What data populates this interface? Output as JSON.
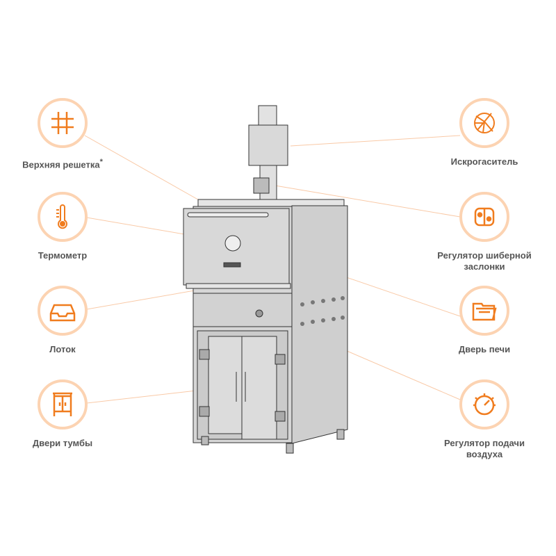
{
  "accent_color": "#f07c1e",
  "ring_color": "#fcd3b2",
  "features_left": [
    {
      "label": "Верхняя решетка",
      "note": "*",
      "icon": "grill-grate-icon"
    },
    {
      "label": "Термометр",
      "icon": "thermometer-icon"
    },
    {
      "label": "Лоток",
      "icon": "tray-icon"
    },
    {
      "label": "Двери тумбы",
      "icon": "cabinet-doors-icon"
    }
  ],
  "features_right": [
    {
      "label": "Искрогаситель",
      "icon": "spark-arrester-icon"
    },
    {
      "label": "Регулятор шиберной заслонки",
      "icon": "damper-switch-icon"
    },
    {
      "label": "Дверь печи",
      "icon": "oven-door-icon"
    },
    {
      "label": "Регулятор подачи воздуха",
      "icon": "air-dial-icon"
    }
  ]
}
